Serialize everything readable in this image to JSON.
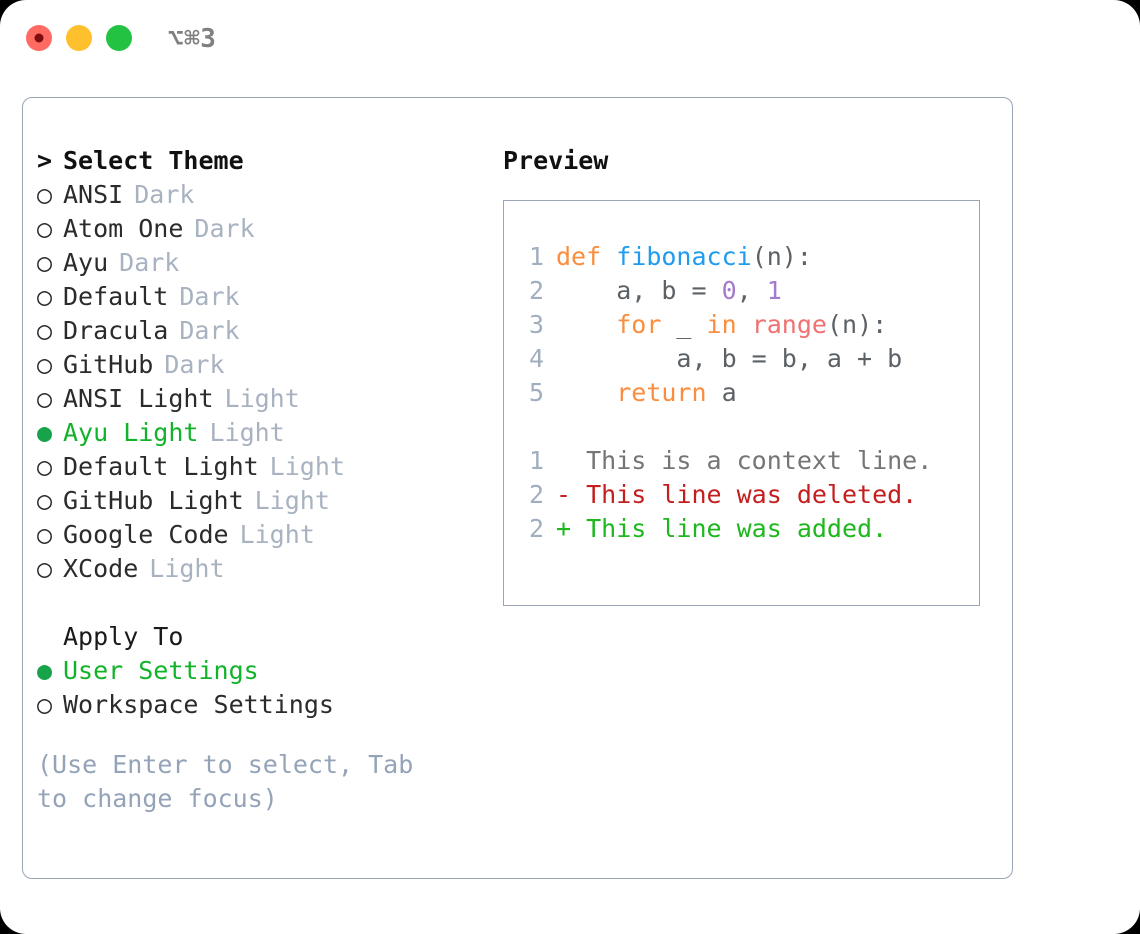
{
  "window": {
    "shortcut": "⌥⌘3",
    "traffic_lights": [
      {
        "name": "close",
        "color": "#ff6b63"
      },
      {
        "name": "minimize",
        "color": "#ffc02e"
      },
      {
        "name": "maximize",
        "color": "#23c243"
      }
    ]
  },
  "theme_picker": {
    "heading_marker": ">",
    "heading": "Select Theme",
    "items": [
      {
        "marker": "○",
        "selected": false,
        "label": "ANSI",
        "badge": "Dark"
      },
      {
        "marker": "○",
        "selected": false,
        "label": "Atom One",
        "badge": "Dark"
      },
      {
        "marker": "○",
        "selected": false,
        "label": "Ayu",
        "badge": "Dark"
      },
      {
        "marker": "○",
        "selected": false,
        "label": "Default",
        "badge": "Dark"
      },
      {
        "marker": "○",
        "selected": false,
        "label": "Dracula",
        "badge": "Dark"
      },
      {
        "marker": "○",
        "selected": false,
        "label": "GitHub",
        "badge": "Dark"
      },
      {
        "marker": "○",
        "selected": false,
        "label": "ANSI Light",
        "badge": "Light"
      },
      {
        "marker": "●",
        "selected": true,
        "label": "Ayu Light",
        "badge": "Light"
      },
      {
        "marker": "○",
        "selected": false,
        "label": "Default Light",
        "badge": "Light"
      },
      {
        "marker": "○",
        "selected": false,
        "label": "GitHub Light",
        "badge": "Light"
      },
      {
        "marker": "○",
        "selected": false,
        "label": "Google Code",
        "badge": "Light"
      },
      {
        "marker": "○",
        "selected": false,
        "label": "XCode",
        "badge": "Light"
      }
    ]
  },
  "apply_to": {
    "title": "Apply To",
    "items": [
      {
        "marker": "●",
        "selected": true,
        "label": "User Settings"
      },
      {
        "marker": "○",
        "selected": false,
        "label": "Workspace Settings"
      }
    ]
  },
  "hint": "(Use Enter to select, Tab to change focus)",
  "preview": {
    "title": "Preview",
    "code_lines": [
      {
        "num": "1",
        "tokens": [
          {
            "t": "def ",
            "c": "kw"
          },
          {
            "t": "fibonacci",
            "c": "fn"
          },
          {
            "t": "(n):",
            "c": "pl"
          }
        ]
      },
      {
        "num": "2",
        "tokens": [
          {
            "t": "    a, b = ",
            "c": "pl"
          },
          {
            "t": "0",
            "c": "num"
          },
          {
            "t": ", ",
            "c": "pl"
          },
          {
            "t": "1",
            "c": "num"
          }
        ]
      },
      {
        "num": "3",
        "tokens": [
          {
            "t": "    ",
            "c": "pl"
          },
          {
            "t": "for",
            "c": "kw"
          },
          {
            "t": " _ ",
            "c": "pl"
          },
          {
            "t": "in",
            "c": "kw"
          },
          {
            "t": " ",
            "c": "pl"
          },
          {
            "t": "range",
            "c": "bi"
          },
          {
            "t": "(n):",
            "c": "pl"
          }
        ]
      },
      {
        "num": "4",
        "tokens": [
          {
            "t": "        a, b = b, a + b",
            "c": "pl"
          }
        ]
      },
      {
        "num": "5",
        "tokens": [
          {
            "t": "    ",
            "c": "pl"
          },
          {
            "t": "return",
            "c": "kw"
          },
          {
            "t": " a",
            "c": "pl"
          }
        ]
      }
    ],
    "diff_lines": [
      {
        "num": "1",
        "sign": "  ",
        "text": "This is a context line.",
        "kind": "ctx"
      },
      {
        "num": "2",
        "sign": "- ",
        "text": "This line was deleted.",
        "kind": "del"
      },
      {
        "num": "2",
        "sign": "+ ",
        "text": "This line was added.",
        "kind": "add"
      }
    ]
  },
  "colors": {
    "accent_green": "#12b32a",
    "badge_gray": "#a8b2c0",
    "hint_gray": "#94a3b8",
    "border": "#9aa6b5",
    "kw_orange": "#fa8d3e",
    "fn_blue": "#1f9cf0",
    "num_purple": "#a37acc",
    "builtin_red": "#f07171",
    "diff_del": "#c41e1e",
    "diff_add": "#1eb81e",
    "linenum": "#a0aec0"
  }
}
